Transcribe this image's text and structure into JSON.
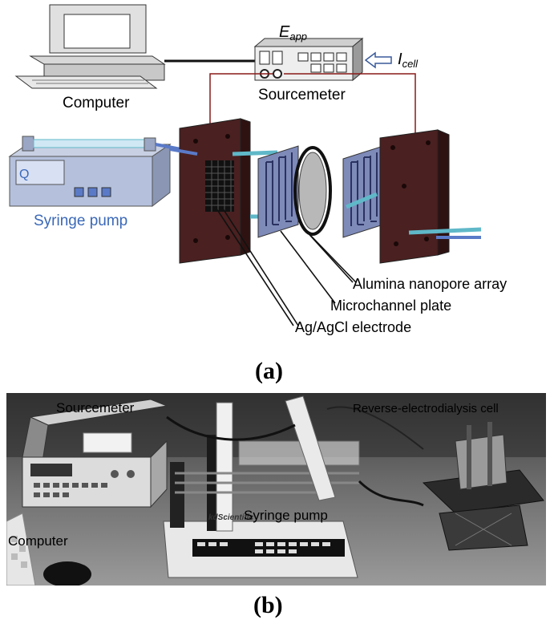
{
  "panel_a": {
    "caption": "(a)",
    "labels": {
      "computer": "Computer",
      "sourcemeter": "Sourcemeter",
      "e_app_main": "E",
      "e_app_sub": "app",
      "i_cell_main": "I",
      "i_cell_sub": "cell",
      "syringe_pump": "Syringe pump",
      "pump_display": "Q",
      "alumina": "Alumina nanopore array",
      "microchannel": "Microchannel plate",
      "electrode": "Ag/AgCl electrode"
    },
    "colors": {
      "plate": "#4a2020",
      "wire": "#8a1a1a",
      "pump_body": "#aab8d8",
      "pump_label": "#3a68b8",
      "tube": "#5fb8c8"
    }
  },
  "panel_b": {
    "caption": "(b)",
    "labels": {
      "sourcemeter": "Sourcemeter",
      "rev_cell": "Reverse-electrodialysis cell",
      "syringe_pump": "Syringe pump",
      "computer": "Computer",
      "brand": "kdScientific"
    }
  }
}
